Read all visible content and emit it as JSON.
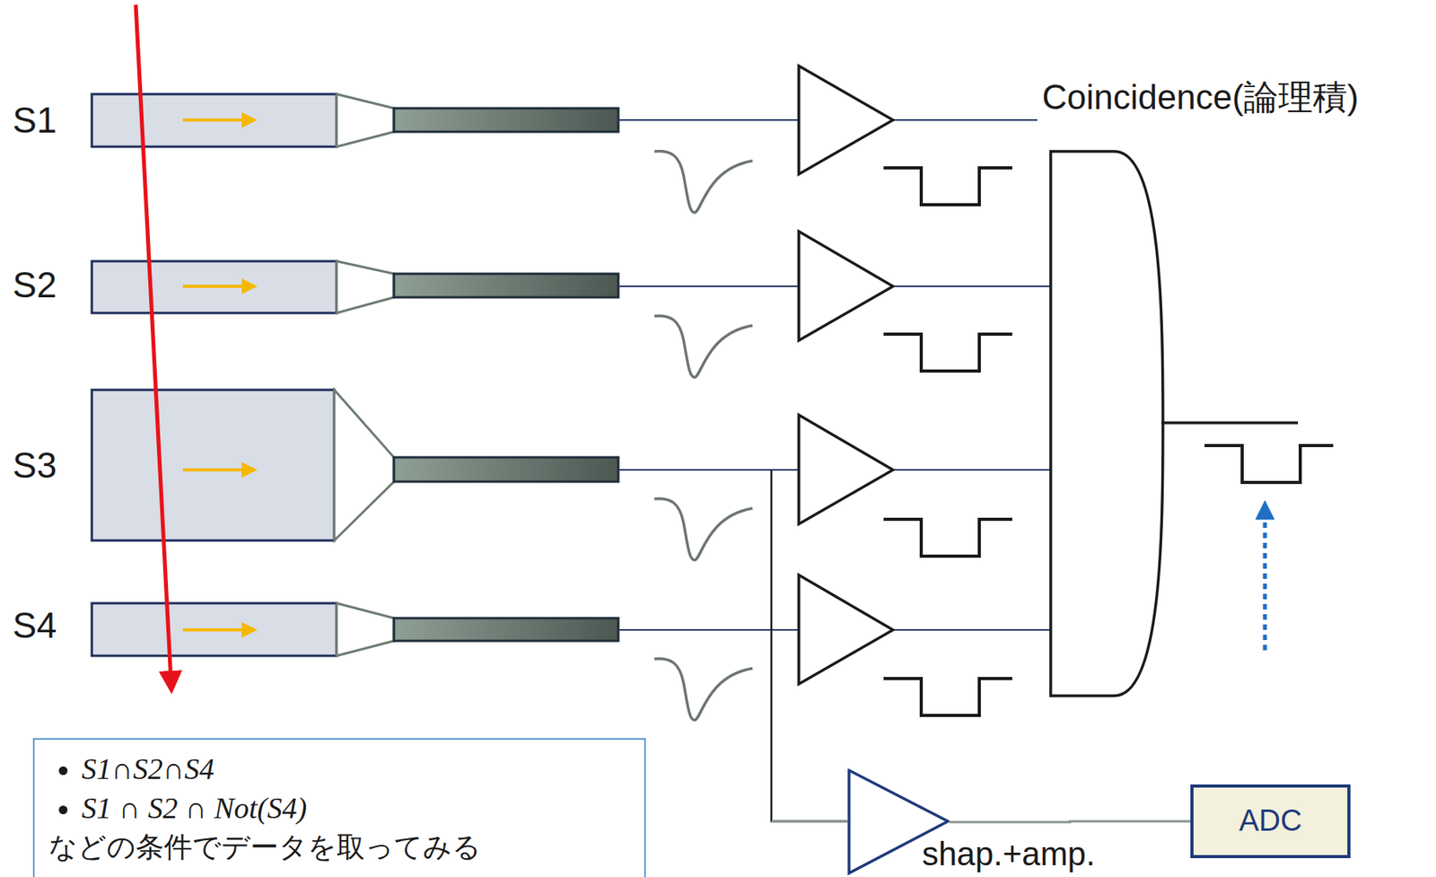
{
  "diagram": {
    "nodes": [
      {
        "text": [
          "S1∩S2∩S4",
          "S1 ∩ S2 ∩ Not(S4)",
          "などの条件でデータを取ってみる"
        ]
      },
      {
        "text": [
          "shap.+amp."
        ]
      },
      {
        "text": [
          "ADC"
        ]
      }
    ],
    "edges": [
      {
        "from": 1,
        "to": 2,
        "arrow": "none"
      }
    ],
    "labels": [
      "S1",
      "S2",
      "S3",
      "S4",
      "Coincidence(論理積)"
    ]
  }
}
